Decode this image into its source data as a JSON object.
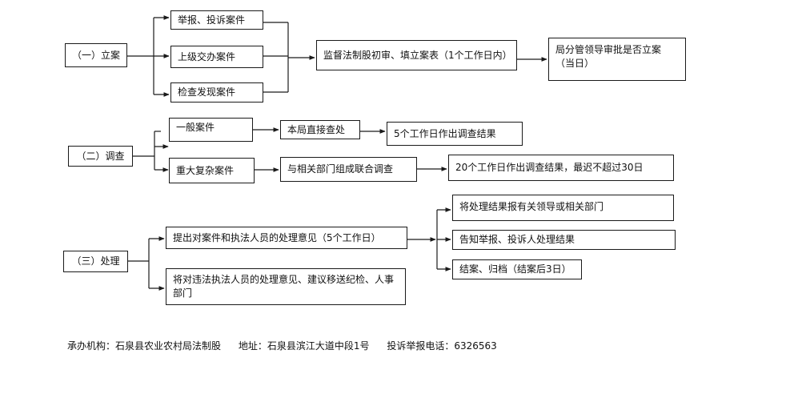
{
  "sections": {
    "s1": {
      "label": "（一）立案",
      "sources": [
        "举报、投诉案件",
        "上级交办案件",
        "检查发现案件"
      ],
      "review": "监督法制股初审、填立案表（1个工作日内）",
      "approval": "局分管领导审批是否立案（当日）"
    },
    "s2": {
      "label": "（二）调查",
      "general_case": "一般案件",
      "general_action": "本局直接查处",
      "general_result": "5个工作日作出调查结果",
      "major_case": "重大复杂案件",
      "major_action": "与相关部门组成联合调查",
      "major_result": "20个工作日作出调查结果，最迟不超过30日"
    },
    "s3": {
      "label": "（三）处理",
      "opinion": "提出对案件和执法人员的处理意见（5个工作日）",
      "violation": "将对违法执法人员的处理意见、建议移送纪检、人事部门",
      "outcomes": [
        "将处理结果报有关领导或相关部门",
        "告知举报、投诉人处理结果",
        "结案、归档（结案后3日）"
      ]
    }
  },
  "footer": {
    "organizer": "承办机构：石泉县农业农村局法制股",
    "address": "地址：石泉县滨江大道中段1号",
    "phone": "投诉举报电话：6326563"
  }
}
